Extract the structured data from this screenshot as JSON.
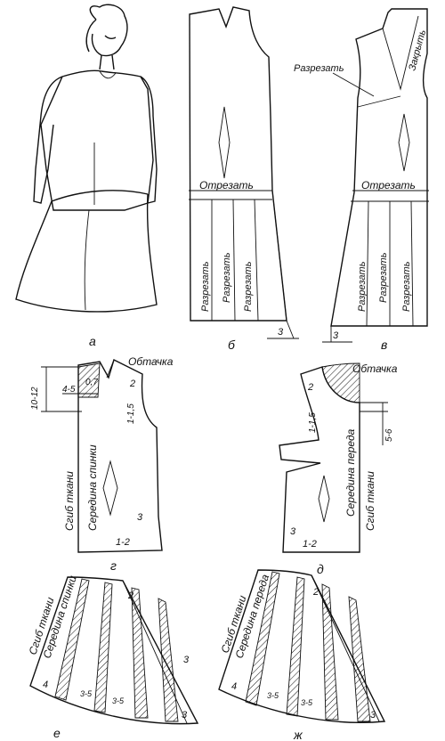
{
  "labels": {
    "a": "а",
    "b": "б",
    "v": "в",
    "g": "г",
    "d": "д",
    "e": "е",
    "zh": "ж",
    "cut_off": "Отрезать",
    "cut": "Разрезать",
    "close": "Закрыть",
    "facing": "Обтачка",
    "fold": "Сгиб ткани",
    "center_back": "Середина спинки",
    "center_front": "Середина переда",
    "m_3": "3",
    "m_3b": "3",
    "m_2": "2",
    "m_1_2": "1-2",
    "m_1_1_5": "1-1,5",
    "m_10_12": "10-12",
    "m_4_5": "4-5",
    "m_0_7": "0,7",
    "m_5_6": "5-6",
    "m_4": "4",
    "m_3_5": "3-5"
  }
}
